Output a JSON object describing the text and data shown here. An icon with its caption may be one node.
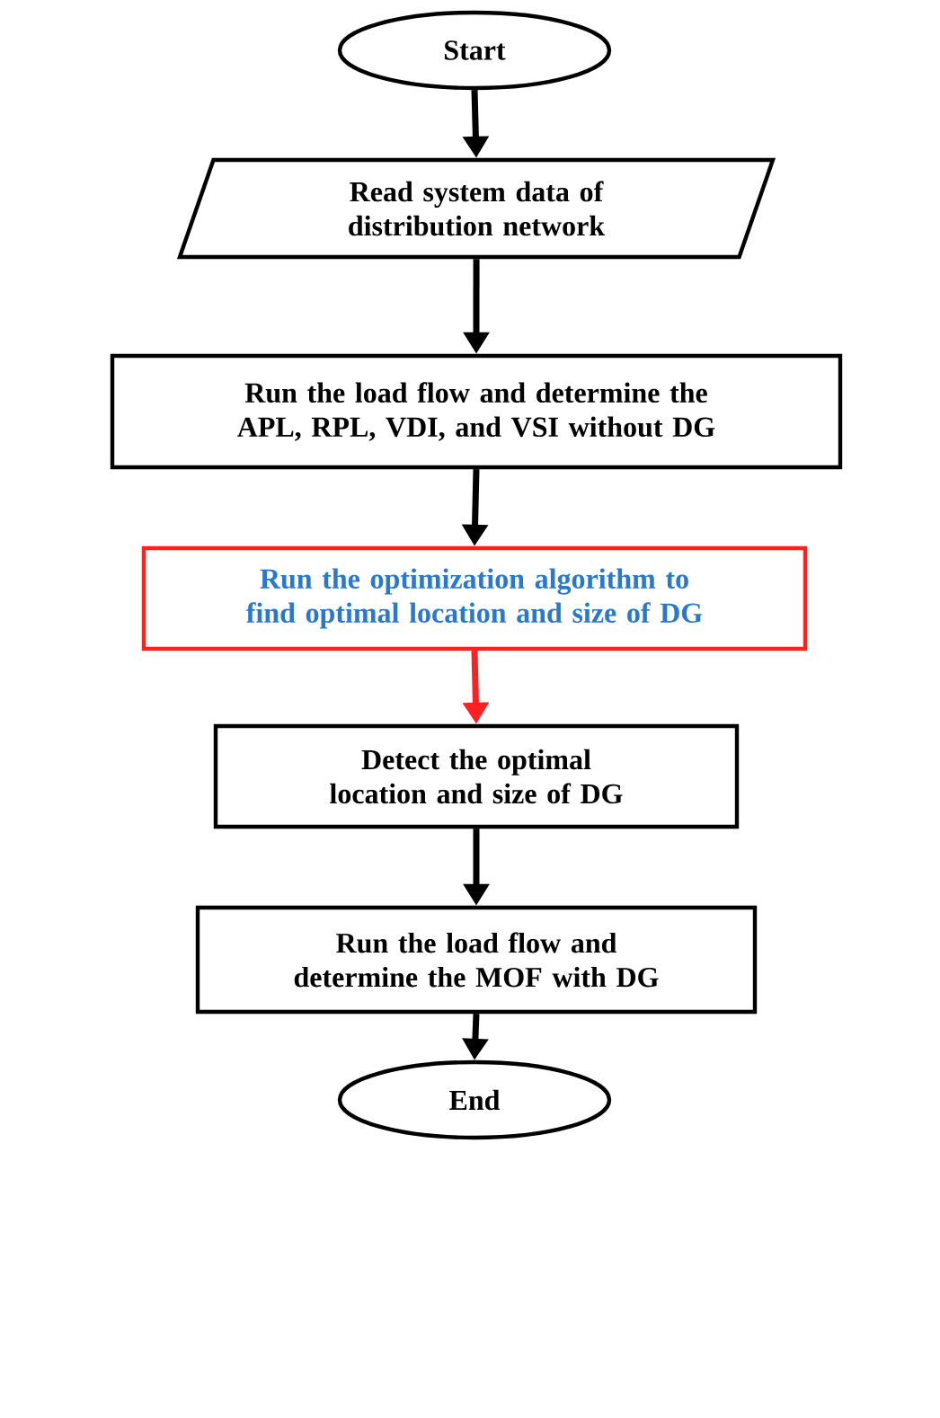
{
  "diagram": {
    "nodes": [
      {
        "text": [
          "Start"
        ]
      },
      {
        "text": [
          "Read system data of distribution network"
        ]
      },
      {
        "text": [
          "Run the load flow and determine the APL, RPL, VDI, and VSI without DG"
        ]
      },
      {
        "text": [
          "Run the optimization algorithm to find optimal location and size of DG"
        ]
      },
      {
        "text": [
          "Detect the optimal location and size of DG"
        ]
      },
      {
        "text": [
          "Run the load flow and determine the MOF with DG"
        ]
      },
      {
        "text": [
          "End"
        ]
      }
    ],
    "edges": [
      {
        "from": 0,
        "to": 1,
        "arrow": "to"
      },
      {
        "from": 1,
        "to": 2,
        "arrow": "to"
      },
      {
        "from": 2,
        "to": 3,
        "arrow": "to"
      },
      {
        "from": 3,
        "to": 4,
        "arrow": "to",
        "color": "#ff2020"
      },
      {
        "from": 4,
        "to": 5,
        "arrow": "to"
      },
      {
        "from": 5,
        "to": 6,
        "arrow": "to"
      }
    ]
  }
}
